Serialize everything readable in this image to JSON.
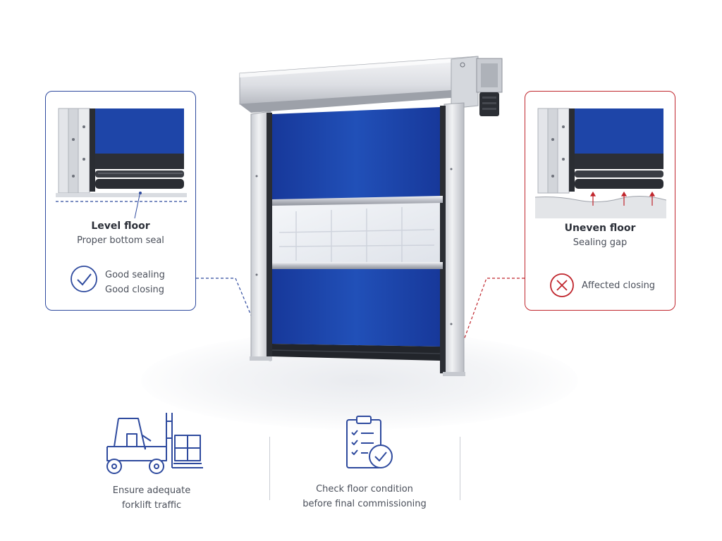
{
  "left_panel": {
    "title": "Level floor",
    "subtitle": "Proper bottom seal",
    "status_line1": "Good sealing",
    "status_line2": "Good closing",
    "status_icon": "check-circle-icon",
    "accent_color": "#2e4a9e"
  },
  "right_panel": {
    "title": "Uneven floor",
    "subtitle": "Sealing gap",
    "status": "Affected closing",
    "status_icon": "x-circle-icon",
    "accent_color": "#c0262d"
  },
  "door": {
    "curtain_color": "#1e45a8",
    "frame_color": "#e3e5e9"
  },
  "bottom_items": [
    {
      "icon": "forklift-icon",
      "line1": "Ensure adequate",
      "line2": "forklift traffic"
    },
    {
      "icon": "clipboard-check-icon",
      "line1": "Check floor condition",
      "line2": "before final commissioning"
    }
  ]
}
